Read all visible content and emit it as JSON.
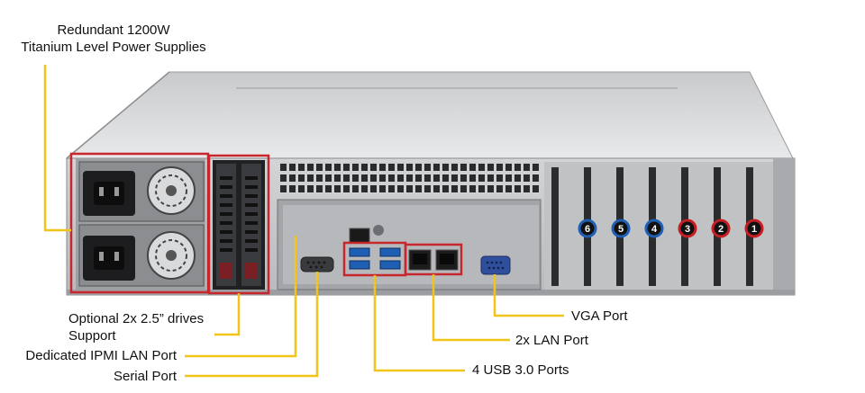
{
  "colors": {
    "leader": "#f2c418",
    "highlight": "#c8262d",
    "port_blue": "#1f5fb3",
    "port_red": "#c71e24",
    "chassis_light": "#d7d8d9",
    "chassis_dark": "#7b7d80"
  },
  "callouts": {
    "power_supplies": {
      "line1": "Redundant 1200W",
      "line2": "Titanium Level Power Supplies"
    },
    "drives": {
      "line1": "Optional 2x 2.5” drives",
      "line2": "Support"
    },
    "ipmi": "Dedicated IPMI LAN Port",
    "serial": "Serial Port",
    "usb": "4 USB 3.0 Ports",
    "lan": "2x LAN Port",
    "vga": "VGA Port"
  },
  "expansion_slots": [
    {
      "number": "6",
      "color": "blue"
    },
    {
      "number": "5",
      "color": "blue"
    },
    {
      "number": "4",
      "color": "blue"
    },
    {
      "number": "3",
      "color": "red"
    },
    {
      "number": "2",
      "color": "red"
    },
    {
      "number": "1",
      "color": "red"
    }
  ]
}
